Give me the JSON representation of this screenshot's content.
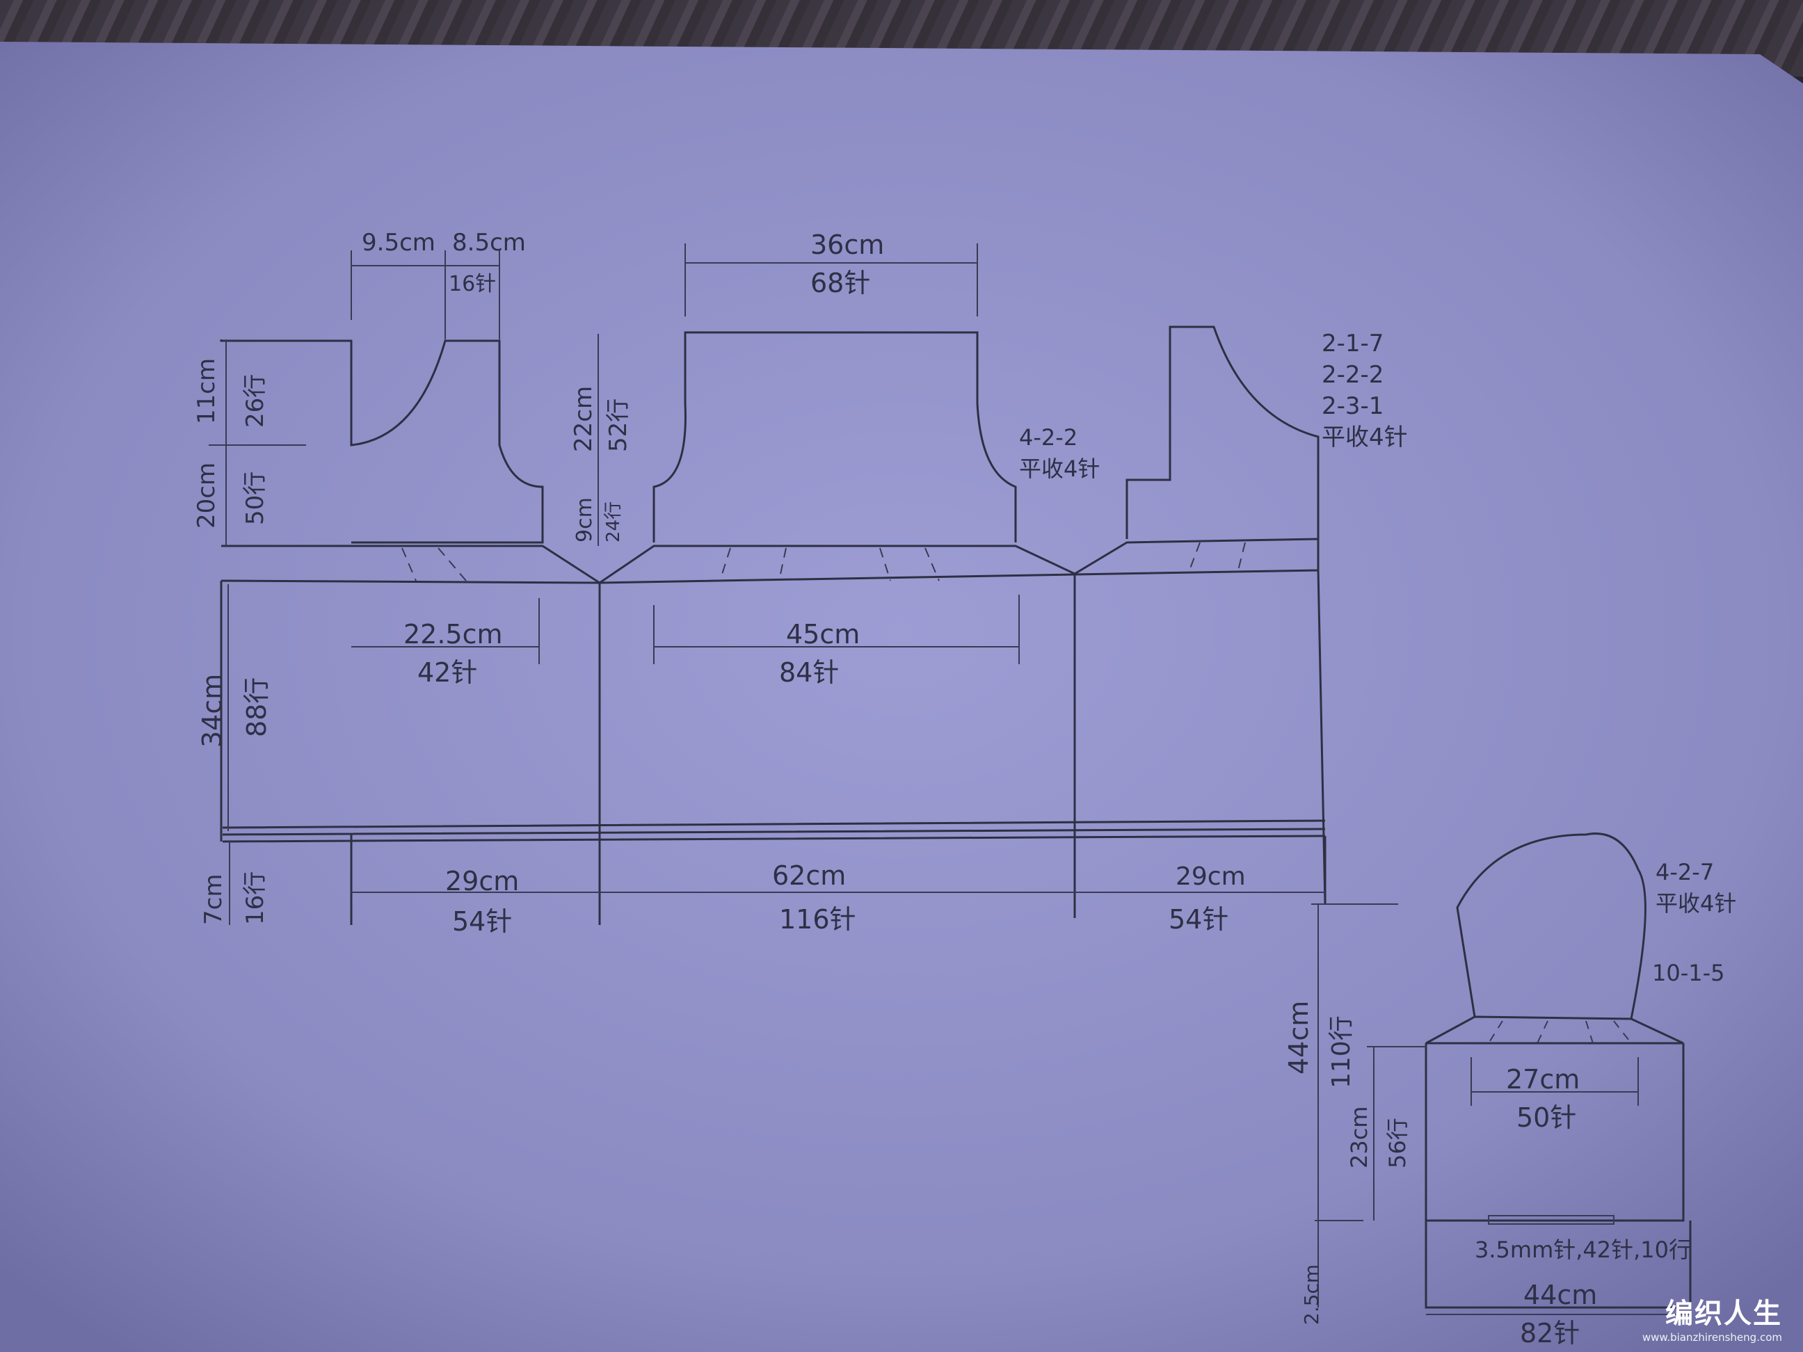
{
  "body": {
    "upper": {
      "left_width_a": "9.5cm",
      "left_width_b": "8.5cm",
      "left_stitches_b": "16针",
      "back_top_width": "36cm",
      "back_top_stitches": "68针",
      "h_11cm": "11cm",
      "rows_26": "26行",
      "h_20cm": "20cm",
      "rows_50": "50行",
      "h_22cm": "22cm",
      "rows_52": "52行",
      "h_9cm": "9cm",
      "rows_24": "24行",
      "dec_a": "4-2-2",
      "dec_b": "平收4针",
      "right_dec_1": "2-1-7",
      "right_dec_2": "2-2-2",
      "right_dec_3": "2-3-1",
      "right_dec_4": "平收4针"
    },
    "lower": {
      "front_width": "22.5cm",
      "front_stitches": "42针",
      "back_width": "45cm",
      "back_stitches": "84针",
      "h_34cm": "34cm",
      "rows_88": "88行",
      "h_7cm": "7cm",
      "rows_16": "16行",
      "bottom_left_width": "29cm",
      "bottom_left_stitches": "54针",
      "bottom_mid_width": "62cm",
      "bottom_mid_stitches": "116针",
      "bottom_right_width": "29cm",
      "bottom_right_stitches": "54针"
    }
  },
  "sleeve": {
    "dec_1": "4-2-7",
    "dec_2": "平收4针",
    "inc": "10-1-5",
    "h_44cm": "44cm",
    "rows_110": "110行",
    "h_23cm": "23cm",
    "rows_56": "56行",
    "h_2_5cm": "2.5cm",
    "cuff_width": "27cm",
    "cuff_stitches": "50针",
    "rib_note": "3.5mm针,42针,10行",
    "bottom_width": "44cm",
    "bottom_stitches": "82针"
  },
  "watermark": {
    "brand": "编织人生",
    "url": "www.bianzhirensheng.com"
  },
  "colors": {
    "paper": "#8f8fc6",
    "ink": "#2f2f44"
  }
}
